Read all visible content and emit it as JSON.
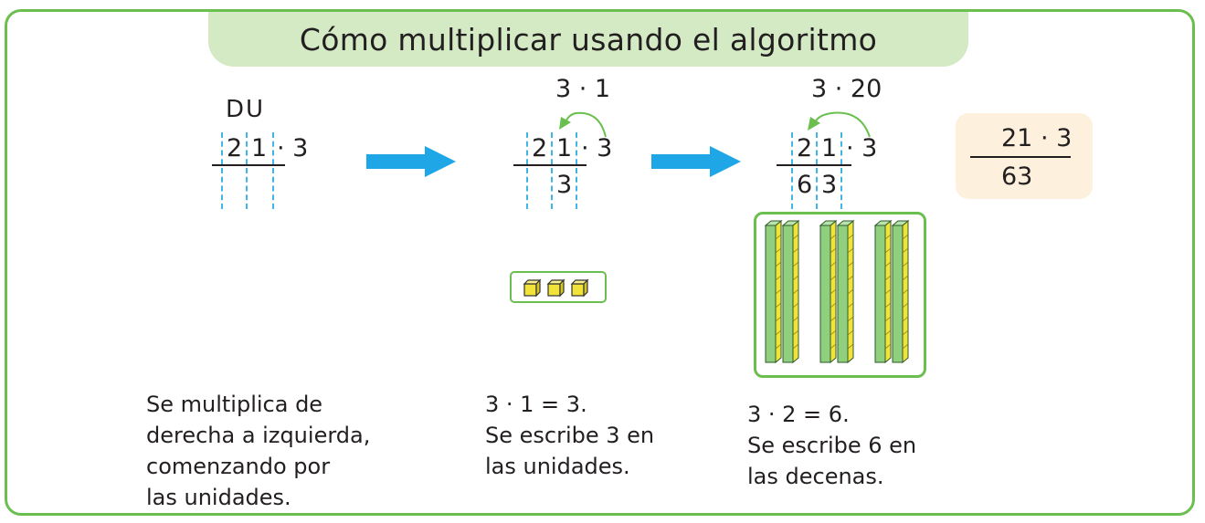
{
  "title": "Cómo multiplicar usando el algoritmo",
  "colors": {
    "frame": "#6bbf4e",
    "title_band": "#d3eac4",
    "arrow": "#1ea6e6",
    "dashed_guides": "#41b6e6",
    "green_arrow": "#6bbf4e",
    "result_box": "#fdf1dd",
    "cube_yellow": "#f2e33a",
    "rod_green": "#8fcf7e"
  },
  "step1": {
    "place_header": "DU",
    "digit_tens": "2",
    "digit_units": "1",
    "factor": "· 3",
    "description": [
      "Se multiplica de",
      "derecha a izquierda,",
      "comenzando por",
      "las unidades."
    ]
  },
  "step2": {
    "partial_label": "3 · 1",
    "digit_tens": "2",
    "digit_units": "1",
    "factor": "· 3",
    "result_units": "3",
    "description": [
      "3 · 1 = 3.",
      "Se escribe 3 en",
      "las unidades."
    ],
    "unit_cubes": 3
  },
  "step3": {
    "partial_label": "3 · 20",
    "digit_tens": "2",
    "digit_units": "1",
    "factor": "· 3",
    "result_tens": "6",
    "result_units": "3",
    "description": [
      "3 · 2 = 6.",
      "Se escribe 6 en",
      "las decenas."
    ],
    "ten_rods": 6
  },
  "summary": {
    "expression": "21 · 3",
    "result": "63"
  },
  "icons": [
    "right-arrow-icon",
    "curved-arrow-icon",
    "unit-cube-icon",
    "ten-rod-icon"
  ]
}
